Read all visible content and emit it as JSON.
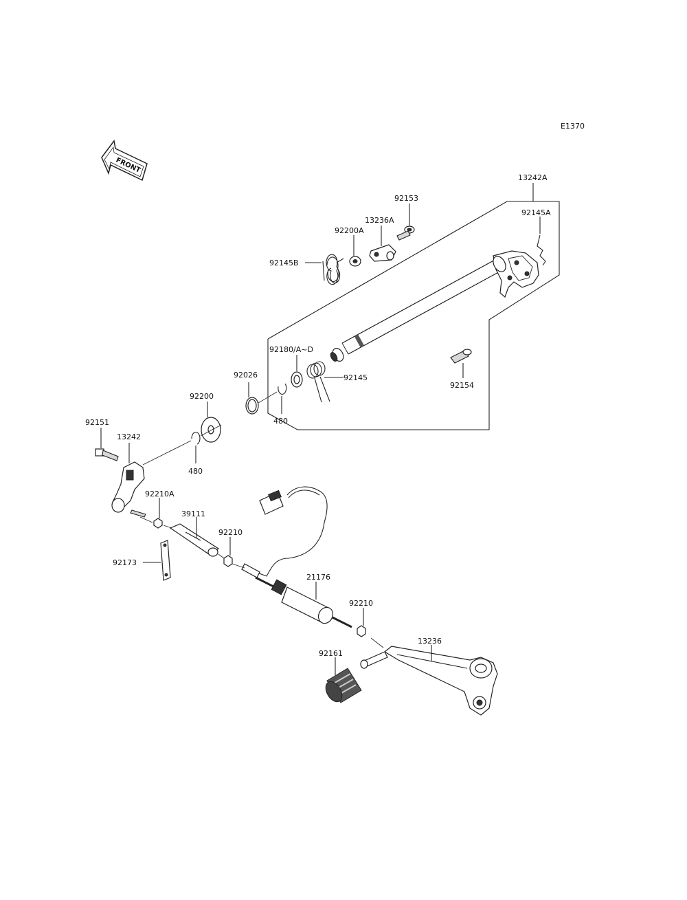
{
  "diagram_code": "E1370",
  "front_label": "FRONT",
  "labels": {
    "p13242A": "13242A",
    "p92153": "92153",
    "p92145A": "92145A",
    "p13236A": "13236A",
    "p92200A": "92200A",
    "p92145B": "92145B",
    "p92180": "92180/A~D",
    "p92145": "92145",
    "p92154": "92154",
    "p92026": "92026",
    "p480a": "480",
    "p92200": "92200",
    "p480b": "480",
    "p92151": "92151",
    "p13242": "13242",
    "p92210A": "92210A",
    "p39111": "39111",
    "p92210a": "92210",
    "p92173": "92173",
    "p21176": "21176",
    "p92210b": "92210",
    "p13236": "13236",
    "p92161": "92161"
  }
}
